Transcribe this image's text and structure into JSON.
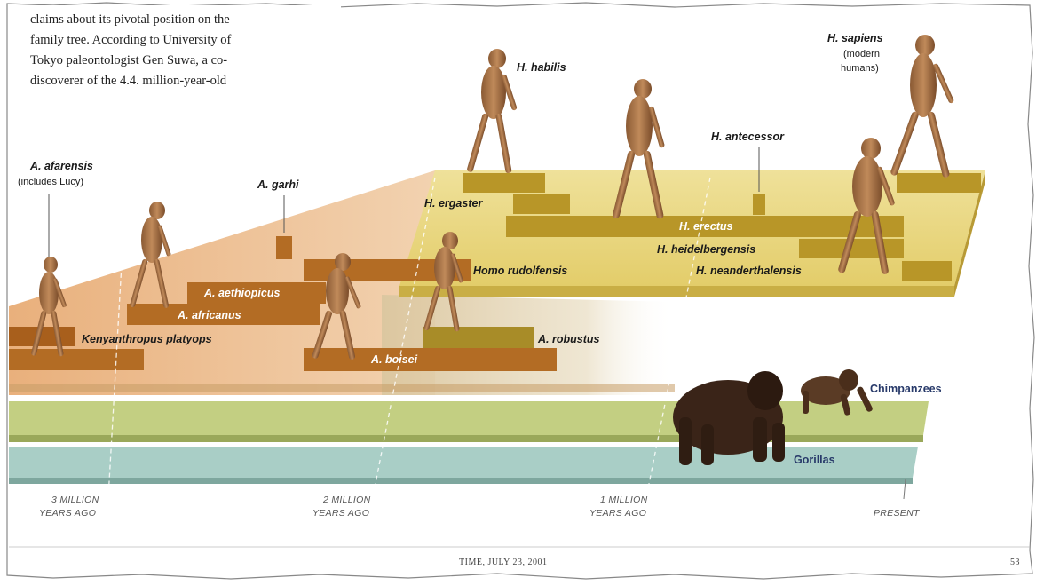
{
  "article_text": {
    "lines": [
      "claims about its pivotal position on the",
      "family tree. According to University of",
      "Tokyo paleontologist Gen Suwa, a co-",
      "discoverer of the 4.4. million-year-old"
    ]
  },
  "species": {
    "afarensis": "A. afarensis",
    "afarensis_note": "(includes Lucy)",
    "garhi": "A. garhi",
    "aethiopicus": "A. aethiopicus",
    "africanus": "A. africanus",
    "kenyanthropus": "Kenyanthropus platyops",
    "boisei": "A. boisei",
    "robustus": "A. robustus",
    "rudolfensis": "Homo rudolfensis",
    "habilis": "H. habilis",
    "ergaster": "H. ergaster",
    "erectus": "H. erectus",
    "antecessor": "H. antecessor",
    "heidelbergensis": "H. heidelbergensis",
    "neanderthalensis": "H. neanderthalensis",
    "sapiens": "H. sapiens",
    "sapiens_note_1": "(modern",
    "sapiens_note_2": "humans)",
    "chimpanzees": "Chimpanzees",
    "gorillas": "Gorillas"
  },
  "timeline": {
    "tick_3m_1": "3 MILLION",
    "tick_3m_2": "YEARS AGO",
    "tick_2m_1": "2 MILLION",
    "tick_2m_2": "YEARS AGO",
    "tick_1m_1": "1 MILLION",
    "tick_1m_2": "YEARS AGO",
    "tick_present": "PRESENT"
  },
  "footer": {
    "source": "TIME, JULY 23, 2001",
    "page_number": "53"
  },
  "colors": {
    "hominid_platform": "#e3b98a",
    "australopith_bar": "#b06a1e",
    "homo_platform": "#e6d37a",
    "homo_bar": "#b89628",
    "chimp_bar": "#c3cf82",
    "gorilla_bar": "#a9cec6"
  }
}
